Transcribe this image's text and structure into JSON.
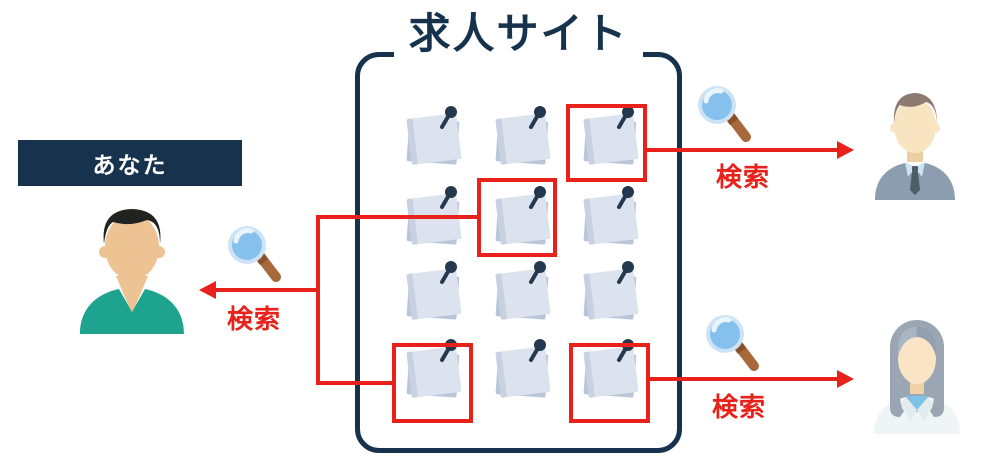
{
  "title": "求人サイト",
  "you": {
    "label": "あなた"
  },
  "connections": {
    "left": {
      "search_label": "検索",
      "icon": "magnifier-icon",
      "direction": "left"
    },
    "top_right": {
      "search_label": "検索",
      "icon": "magnifier-icon",
      "direction": "right"
    },
    "bottom_right": {
      "search_label": "検索",
      "icon": "magnifier-icon",
      "direction": "right"
    }
  },
  "board": {
    "rows": 4,
    "cols": 3,
    "note_icon": "sticky-note-icon",
    "highlighted": [
      "r1c3",
      "r2c2",
      "r4c1",
      "r4c3"
    ]
  },
  "avatars": {
    "left": "you-avatar",
    "top_right": "male-jobseeker-avatar",
    "bottom_right": "female-jobseeker-avatar"
  },
  "colors": {
    "navy": "#16324d",
    "red": "#e8211a",
    "note_face": "#dce3ee",
    "note_back": "#b9c5d8",
    "pin_navy": "#24384e",
    "teal_shirt": "#1ea48e",
    "lens_blue": "#85c1ec",
    "handle_brown": "#a8693a"
  }
}
